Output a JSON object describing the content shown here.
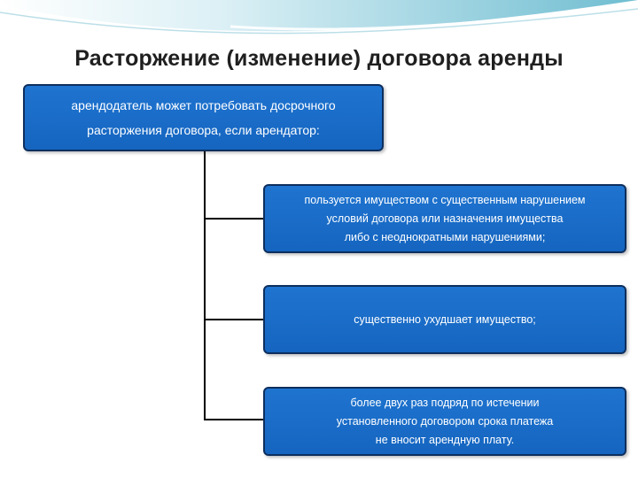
{
  "slide": {
    "title": "Расторжение (изменение) договора аренды",
    "colors": {
      "box_fill": "#1565c0",
      "box_border": "#0d2f5e",
      "header_wave": "#5fb6cc"
    }
  },
  "root": {
    "lines": [
      "арендодатель может потребовать досрочного",
      "расторжения договора, если арендатор:"
    ]
  },
  "children": [
    {
      "lines": [
        "пользуется имуществом с существенным нарушением",
        "условий договора или назначения имущества",
        "либо с неоднократными нарушениями;"
      ]
    },
    {
      "lines": [
        "существенно ухудшает имущество;"
      ]
    },
    {
      "lines": [
        "более двух раз подряд по истечении",
        "установленного договором срока платежа",
        "не вносит арендную плату."
      ]
    }
  ]
}
